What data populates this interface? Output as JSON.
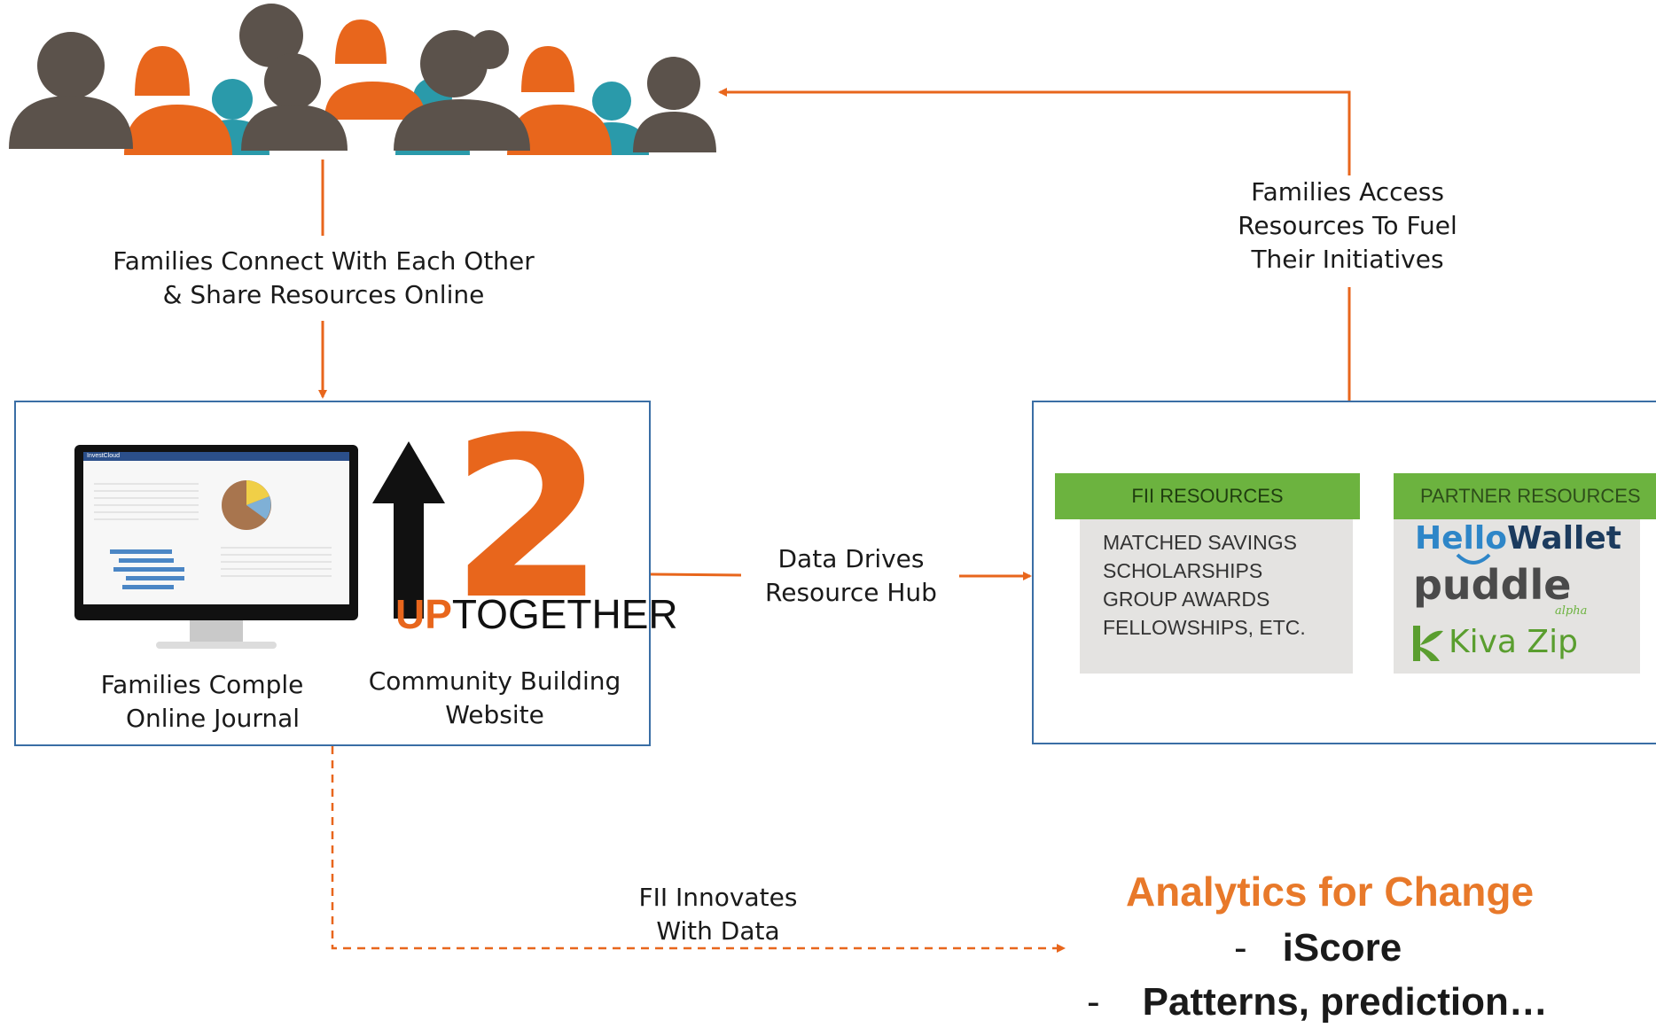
{
  "families_connect": {
    "line1": "Families Connect With Each Other",
    "line2": "& Share Resources Online"
  },
  "families_access": {
    "line1": "Families Access",
    "line2": "Resources To Fuel",
    "line3": "Their Initiatives"
  },
  "left_box": {
    "journal_line1": "Families Comple",
    "journal_line2": "Online Journal",
    "community_line1": "Community Building",
    "community_line2": "Website",
    "logo_number": "2",
    "logo_up": "UP",
    "logo_together": "TOGETHER",
    "screen_brand": "InvestCloud"
  },
  "data_drives": {
    "line1": "Data Drives",
    "line2": "Resource Hub"
  },
  "right_box": {
    "fii_title": "FII RESOURCES",
    "fii_items": [
      "MATCHED SAVINGS",
      "SCHOLARSHIPS",
      "GROUP AWARDS",
      "FELLOWSHIPS, ETC."
    ],
    "partner_title": "PARTNER RESOURCES",
    "partner_logos": {
      "hello": "Hello",
      "wallet": "Wallet",
      "puddle": "puddle",
      "alpha": "alpha",
      "kiva": "Kiva Zip"
    }
  },
  "fii_innovates": {
    "line1": "FII Innovates",
    "line2": "With Data"
  },
  "analytics": {
    "title": "Analytics for Change",
    "items": [
      {
        "dash": "-",
        "text": "iScore"
      },
      {
        "dash": "-",
        "text": "Patterns, prediction…"
      }
    ]
  },
  "colors": {
    "orange": "#e8661c",
    "gray_person": "#5b524b",
    "teal_person": "#2a9aaa",
    "box_border": "#3a6ea5",
    "ribbon_green": "#6cb33f",
    "analytics_orange": "#e8792a"
  }
}
